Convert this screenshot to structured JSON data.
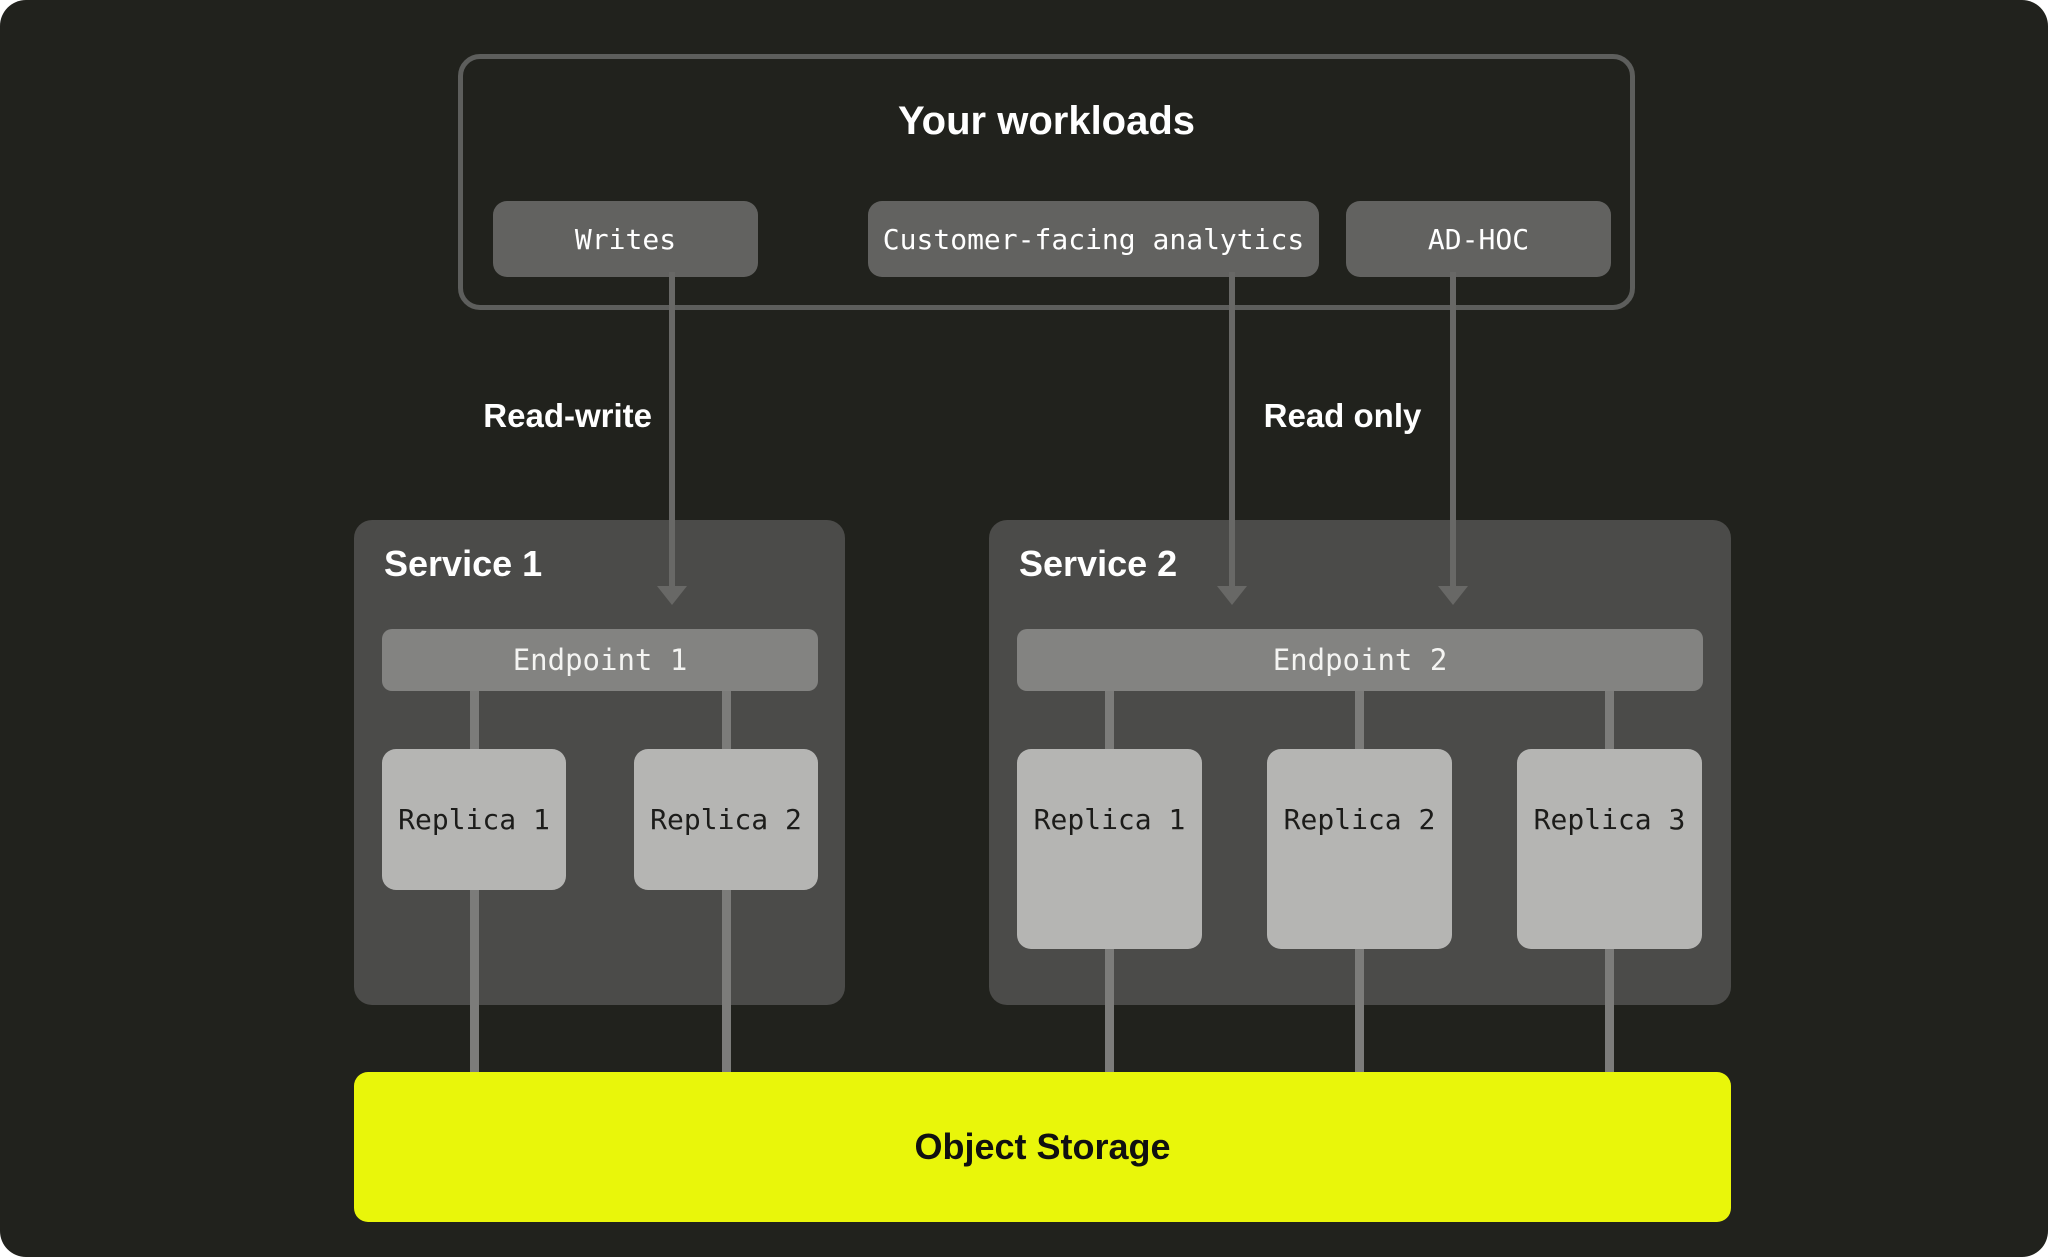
{
  "colors": {
    "page_bg": "#ffffff",
    "canvas_bg": "#21221d",
    "box_border": "#5d5e5c",
    "pill_bg": "#626260",
    "service_bg": "#4b4b49",
    "endpoint_bg": "#838381",
    "replica_bg": "#b5b5b3",
    "line": "#7c7c7a",
    "arrow": "#686866",
    "storage_bg": "#e9f60a",
    "text_light": "#ffffff",
    "text_dark": "#1c1c1a"
  },
  "workloads": {
    "title": "Your workloads",
    "pills": [
      {
        "label": "Writes"
      },
      {
        "label": "Customer-facing analytics"
      },
      {
        "label": "AD-HOC"
      }
    ]
  },
  "flows": {
    "read_write": "Read-write",
    "read_only": "Read only"
  },
  "services": [
    {
      "title": "Service 1",
      "endpoint": "Endpoint 1",
      "replicas": [
        "Replica 1",
        "Replica 2"
      ]
    },
    {
      "title": "Service 2",
      "endpoint": "Endpoint 2",
      "replicas": [
        "Replica 1",
        "Replica 2",
        "Replica 3"
      ]
    }
  ],
  "storage": {
    "label": "Object Storage"
  }
}
